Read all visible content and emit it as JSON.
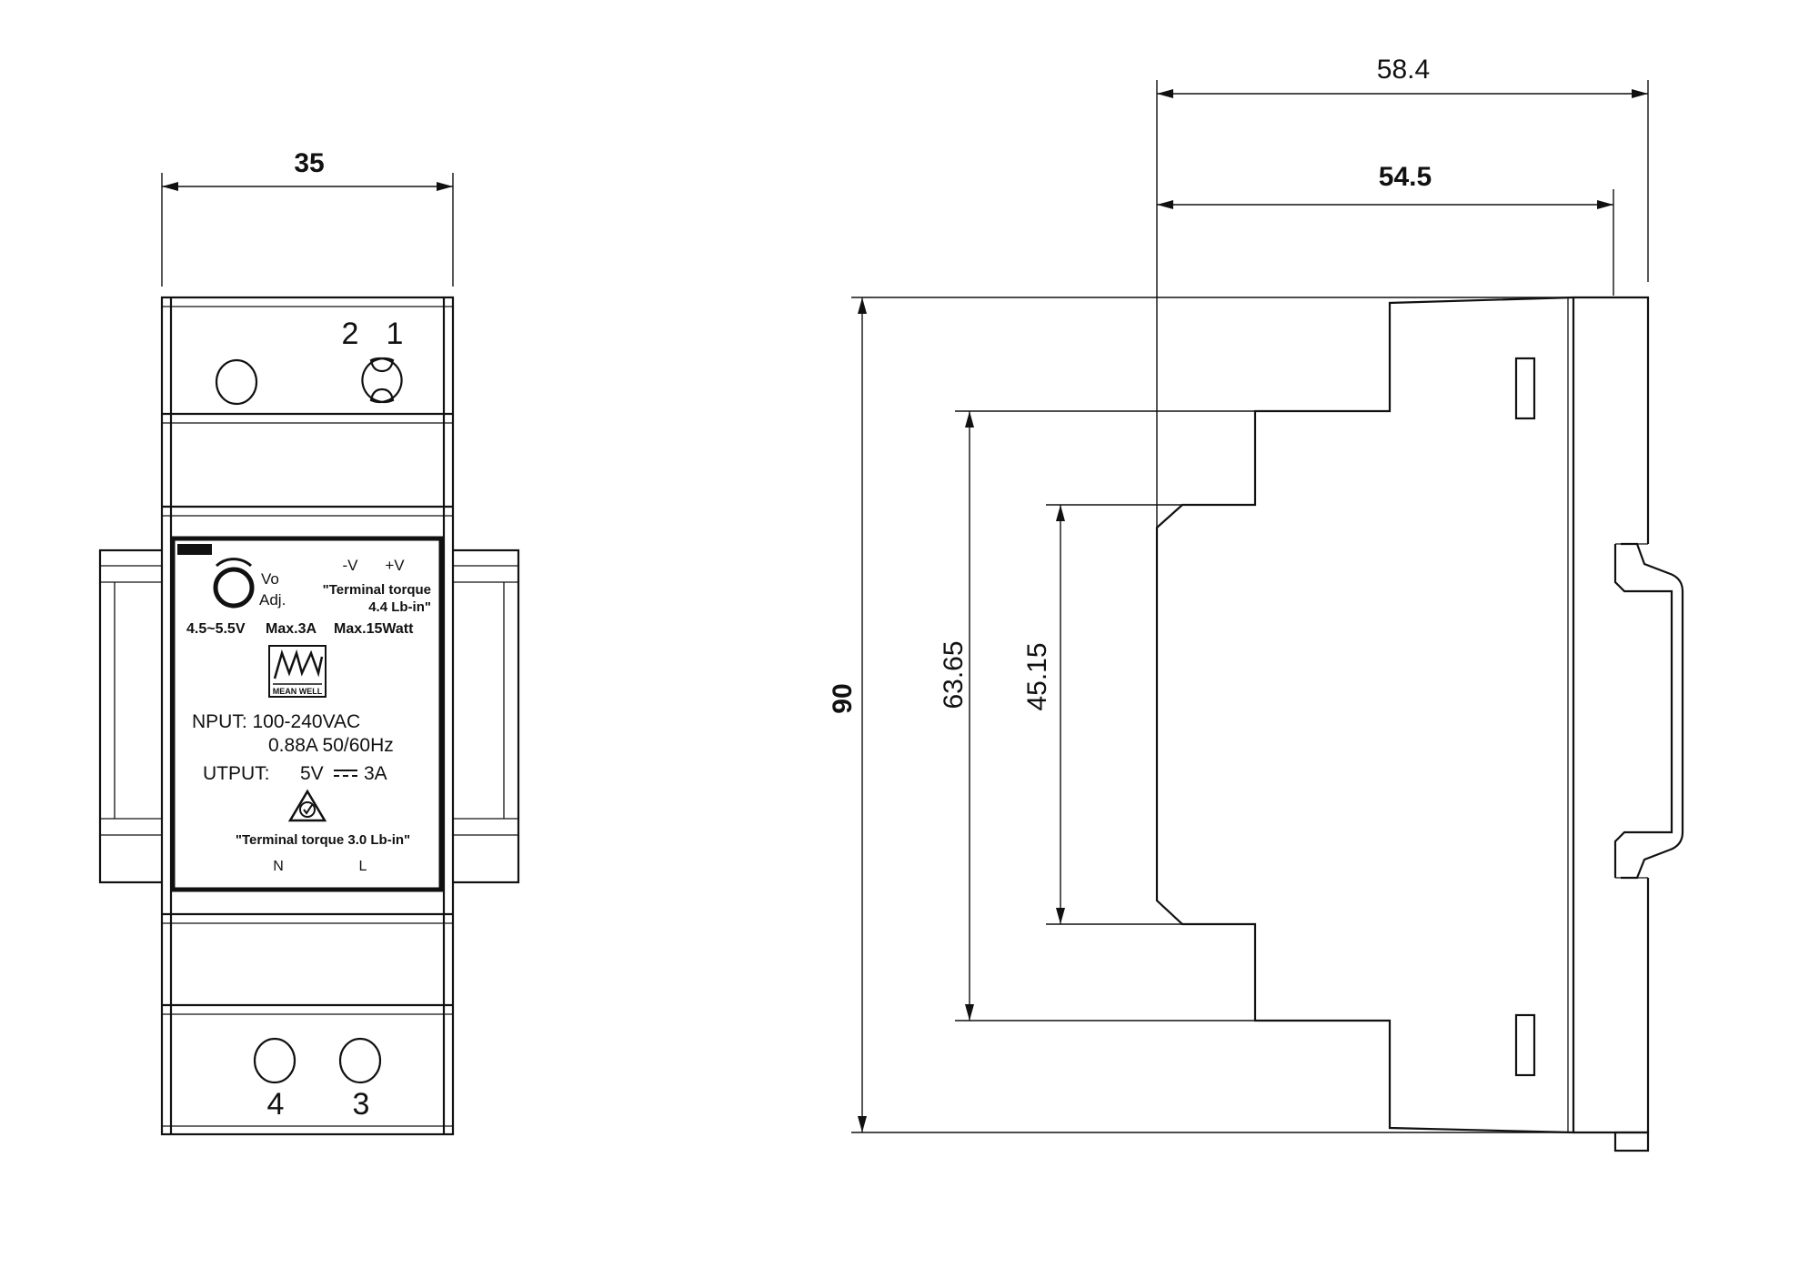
{
  "front_view": {
    "width_dim": "35",
    "terminal_numbers_top": [
      "2",
      "1"
    ],
    "terminal_numbers_bottom": [
      "4",
      "3"
    ],
    "label": {
      "vo_line1": "Vo",
      "vo_line2": "Adj.",
      "polarity_minus": "-V",
      "polarity_plus": "+V",
      "torque_top_line1": "\"Terminal torque",
      "torque_top_line2": "4.4 Lb-in\"",
      "spec_voltage": "4.5~5.5V",
      "spec_current": "Max.3A",
      "spec_power": "Max.15Watt",
      "brand": "MEAN WELL",
      "input_line1": "NPUT: 100-240VAC",
      "input_line2": "0.88A  50/60Hz",
      "output_label": "UTPUT:",
      "output_value_v": "5V",
      "output_value_a": "3A",
      "torque_bottom": "\"Terminal torque 3.0 Lb-in\"",
      "neutral": "N",
      "line": "L"
    }
  },
  "side_view": {
    "dims": {
      "overall_depth": "58.4",
      "body_depth": "54.5",
      "height": "90",
      "step_height": "63.65",
      "inner_height": "45.15"
    }
  }
}
